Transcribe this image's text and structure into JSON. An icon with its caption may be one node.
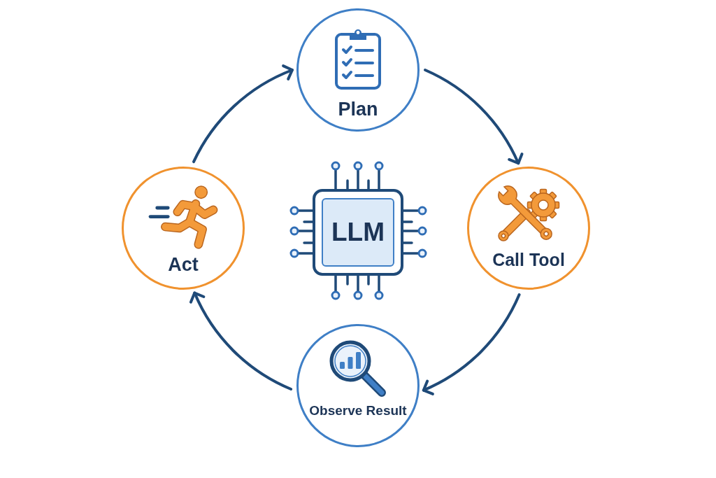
{
  "diagram": {
    "nodes": [
      {
        "text": [
          "Plan"
        ]
      },
      {
        "text": [
          "Act"
        ]
      },
      {
        "text": [
          "LLM"
        ]
      },
      {
        "text": [
          "Call Tool"
        ]
      },
      {
        "text": [
          "Observe Result"
        ]
      }
    ],
    "edges": [
      {
        "from": 0,
        "to": 3,
        "arrow": "to"
      },
      {
        "from": 3,
        "to": 4,
        "arrow": "to"
      },
      {
        "from": 4,
        "to": 1,
        "arrow": "to"
      },
      {
        "from": 1,
        "to": 0,
        "arrow": "to"
      }
    ]
  }
}
